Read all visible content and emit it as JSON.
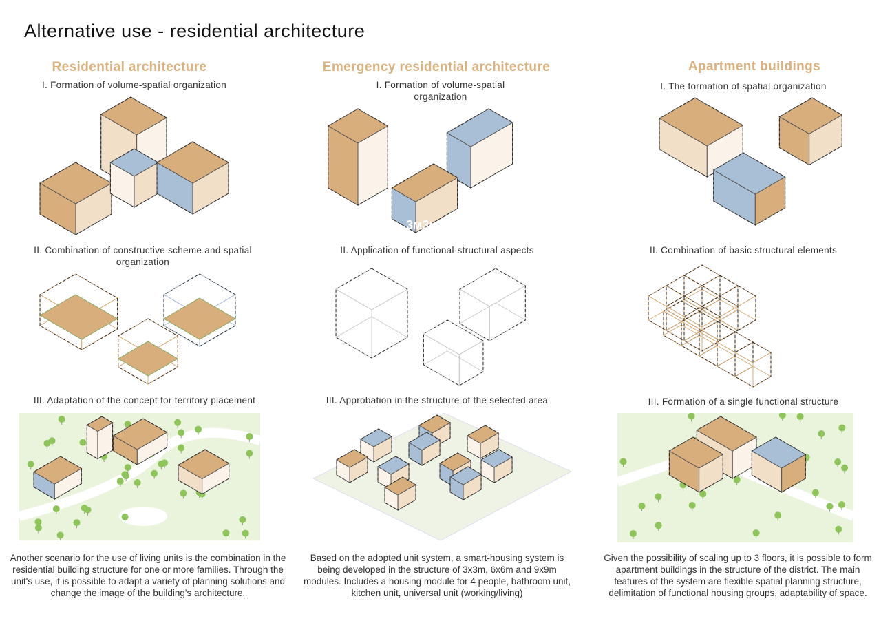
{
  "title": "Alternative use - residential architecture",
  "colors": {
    "accent": "#d9b27f",
    "wood": "#d7ae7c",
    "wood_light": "#f1dfc8",
    "blue": "#a9bfd6",
    "green": "#eaf3dc",
    "tree": "#8ec45a"
  },
  "columns": [
    {
      "heading": "Residential architecture",
      "step1": "I. Formation of volume-spatial organization",
      "step2": "II. Combination of constructive scheme and spatial organization",
      "step3": "III. Adaptation of the concept for territory placement",
      "description": "Another scenario for the use of living units is the combination in the residential building structure for one or more families. Through the unit's use, it is possible to adapt a variety of planning solutions and change the image of the building's architecture."
    },
    {
      "heading": "Emergency residential architecture",
      "step1": "I. Formation of volume-spatial organization",
      "step2": "II. Application of functional-structural aspects",
      "step3": "III. Approbation in the structure of the selected area",
      "module_label": "3м3м",
      "description": "Based on the adopted unit system, a smart-housing system is being developed in the structure of 3x3m, 6x6m and 9x9m modules. Includes a housing module for 4 people, bathroom unit, kitchen unit, universal unit (working/living)"
    },
    {
      "heading": "Apartment buildings",
      "step1": "I. The formation of spatial organization",
      "step2": "II. Combination of basic structural elements",
      "step3": "III. Formation of a single functional structure",
      "description": "Given the possibility of scaling up to 3 floors, it is possible to form apartment buildings in the structure of the district. The main features of the system are flexible spatial planning structure, delimitation of functional housing groups, adaptability of space."
    }
  ]
}
